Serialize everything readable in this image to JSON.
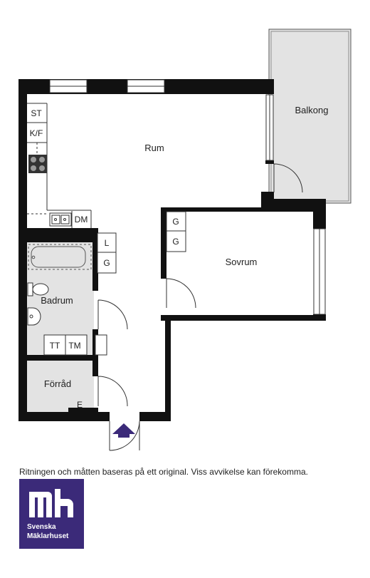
{
  "rooms": {
    "rum": "Rum",
    "balkong": "Balkong",
    "sovrum": "Sovrum",
    "badrum": "Badrum",
    "forrad": "Förråd"
  },
  "fixtures": {
    "st": "ST",
    "kf": "K/F",
    "dm": "DM",
    "l": "L",
    "g_hall": "G",
    "g_sovrum_1": "G",
    "g_sovrum_2": "G",
    "tt": "TT",
    "tm": "TM",
    "e": "E"
  },
  "disclaimer": "Ritningen och måtten baseras på ett original. Viss avvikelse kan förekomma.",
  "logo": {
    "line1": "Svenska",
    "line2": "Mäklarhuset",
    "color": "#3b2a79"
  },
  "colors": {
    "wall": "#111111",
    "wet_room": "#e3e3e3",
    "balcony": "#e3e3e3",
    "entrance_arrow": "#3b2a79"
  }
}
